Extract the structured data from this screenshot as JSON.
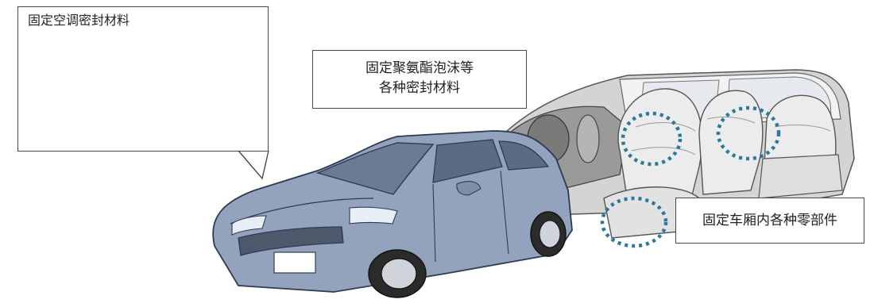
{
  "callouts": {
    "ac_unit": "固定空调密封材料",
    "foam_line1": "固定聚氨酯泡沫等",
    "foam_line2": "各种密封材料",
    "interior": "固定车厢内各种零部件"
  },
  "colors": {
    "car_body": "#93a3bd",
    "car_dark": "#5c6a82",
    "interior_grey": "#c8c8c8",
    "highlight_ring": "#2c7a9a",
    "ac_housing": "#6f6f6f"
  }
}
